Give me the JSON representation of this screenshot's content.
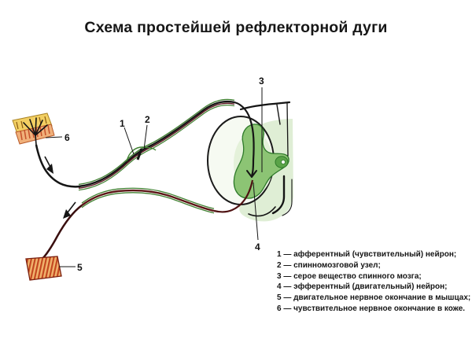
{
  "title": "Схема простейшей рефлекторной дуги",
  "diagram": {
    "labels": [
      "1",
      "2",
      "3",
      "4",
      "5",
      "6"
    ],
    "colors": {
      "fiber_black": "#151515",
      "fiber_maroon": "#5c1616",
      "fiber_green": "#3f8030",
      "gray_matter_green": "#8cc474",
      "gray_matter_dark": "#5aa348",
      "wash_green": "#dcecd0",
      "skin_yellow": "#f2cf62",
      "skin_orange": "#f0b07a",
      "muscle_orange": "#f0b26c",
      "muscle_red": "#c2451f"
    }
  },
  "legend": {
    "items": [
      "1 — афферентный (чувствительный) нейрон;",
      "2 — спинномозговой узел;",
      "3 — серое вещество спинного мозга;",
      "4 — эфферентный (двигательный) нейрон;",
      "5 — двигательное нервное окончание в мышцах;",
      "6 — чувствительное нервное окончание в коже."
    ]
  }
}
